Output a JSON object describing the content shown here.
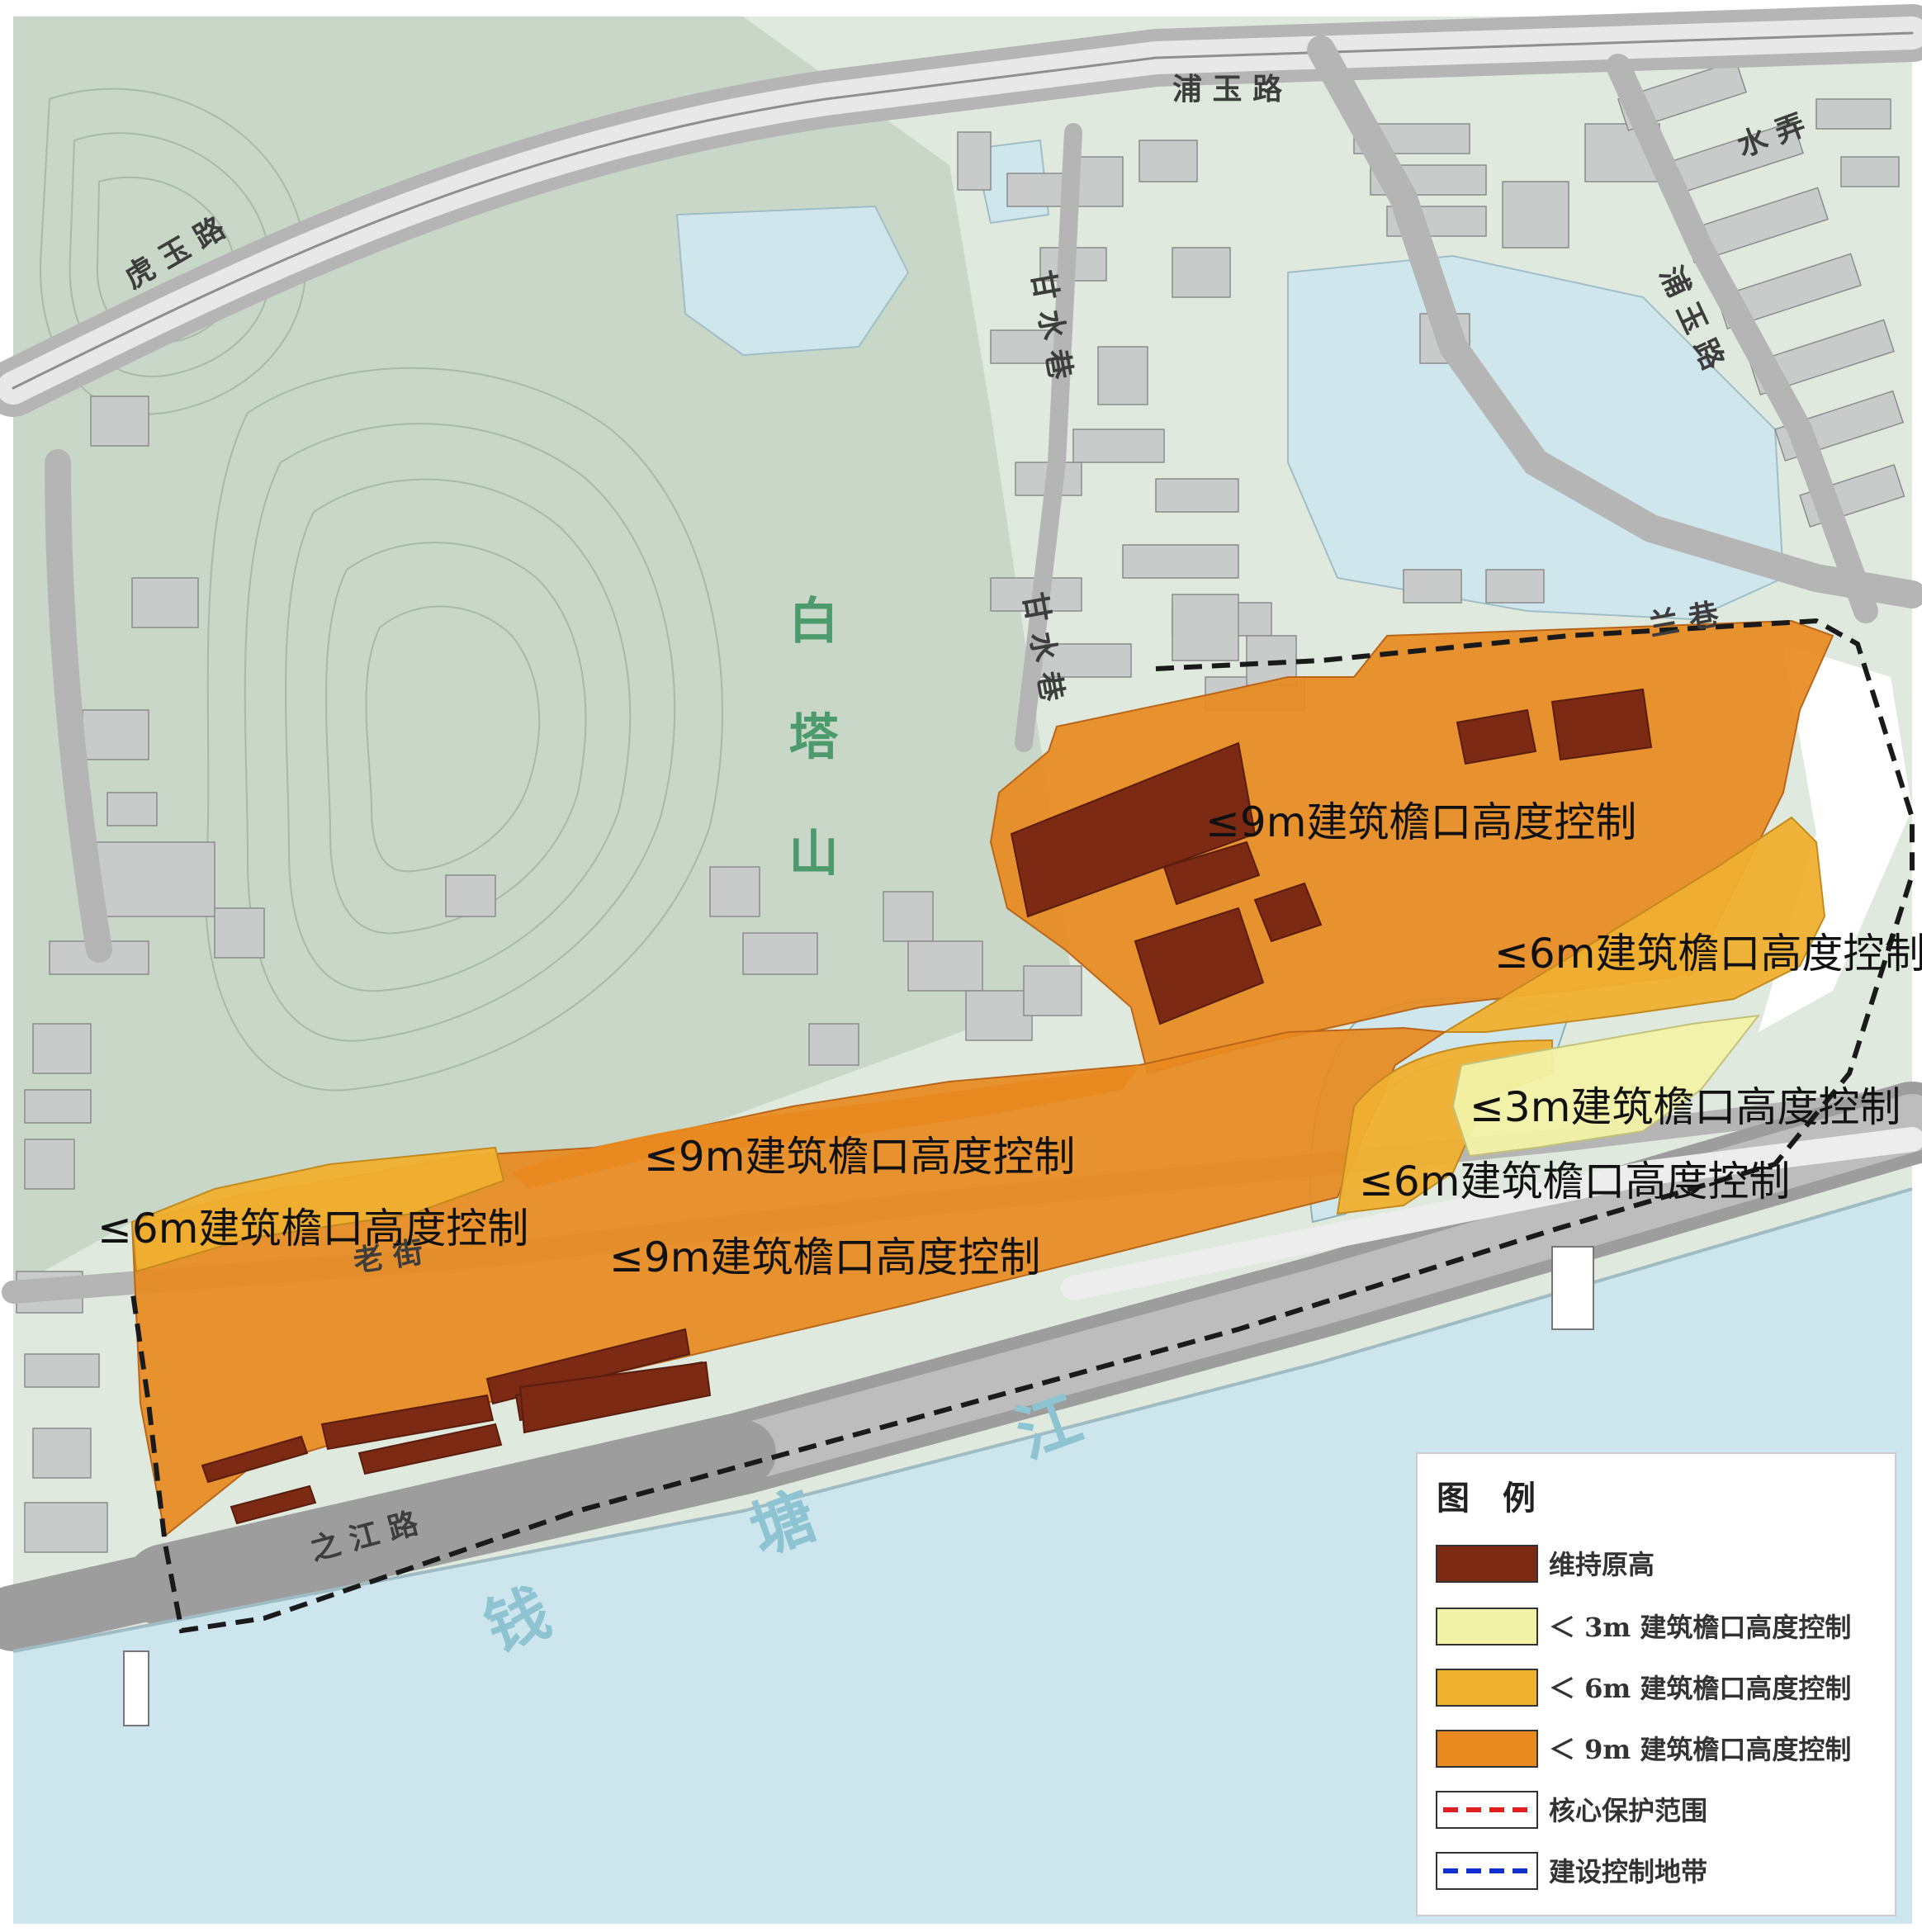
{
  "map": {
    "place_labels": {
      "road_puyu_top": "浦 玉 路",
      "road_huyu": "虎 玉 路",
      "road_puyu_right": "浦 玉 路",
      "lane_shuinong": "水 弄",
      "lane_ganshui_1": "甘 水 巷",
      "lane_ganshui_2": "甘 水 巷",
      "lane_lan": "兰 巷",
      "street_short": "老 街",
      "road_zhijiang": "之 江 路",
      "mountain": "白 塔 山",
      "river": "钱 塘 江"
    },
    "zones": [
      {
        "label": "≤9m建筑檐口高度控制",
        "category": "9m"
      },
      {
        "label": "≤6m建筑檐口高度控制",
        "category": "6m"
      },
      {
        "label": "≤3m建筑檐口高度控制",
        "category": "3m"
      },
      {
        "label": "≤6m建筑檐口高度控制",
        "category": "6m"
      },
      {
        "label": "≤9m建筑檐口高度控制",
        "category": "9m"
      },
      {
        "label": "≤6m建筑檐口高度控制",
        "category": "6m"
      },
      {
        "label": "≤9m建筑檐口高度控制",
        "category": "9m"
      }
    ],
    "colors": {
      "land": "#dfe9de",
      "hill": "#c9d8c8",
      "water": "#cfe6ec",
      "road": "#b7b7b7",
      "height_keep": "#7d2a14",
      "height_3m": "#f2f2a6",
      "height_6m": "#f0b030",
      "height_9m": "#e88a20",
      "core_line": "#e02020",
      "control_line": "#1030d0"
    }
  },
  "legend": {
    "title": "图　例",
    "items": [
      {
        "label": "维持原高",
        "swatch": "fill",
        "color": "#7d2a14"
      },
      {
        "label": "＜ 3m 建筑檐口高度控制",
        "swatch": "fill",
        "color": "#f2f2a6"
      },
      {
        "label": "＜ 6m 建筑檐口高度控制",
        "swatch": "fill",
        "color": "#f0b030"
      },
      {
        "label": "＜ 9m 建筑檐口高度控制",
        "swatch": "fill",
        "color": "#e88a20"
      },
      {
        "label": "核心保护范围",
        "swatch": "dash",
        "color": "#e02020"
      },
      {
        "label": "建设控制地带",
        "swatch": "dash",
        "color": "#1030d0"
      }
    ]
  }
}
